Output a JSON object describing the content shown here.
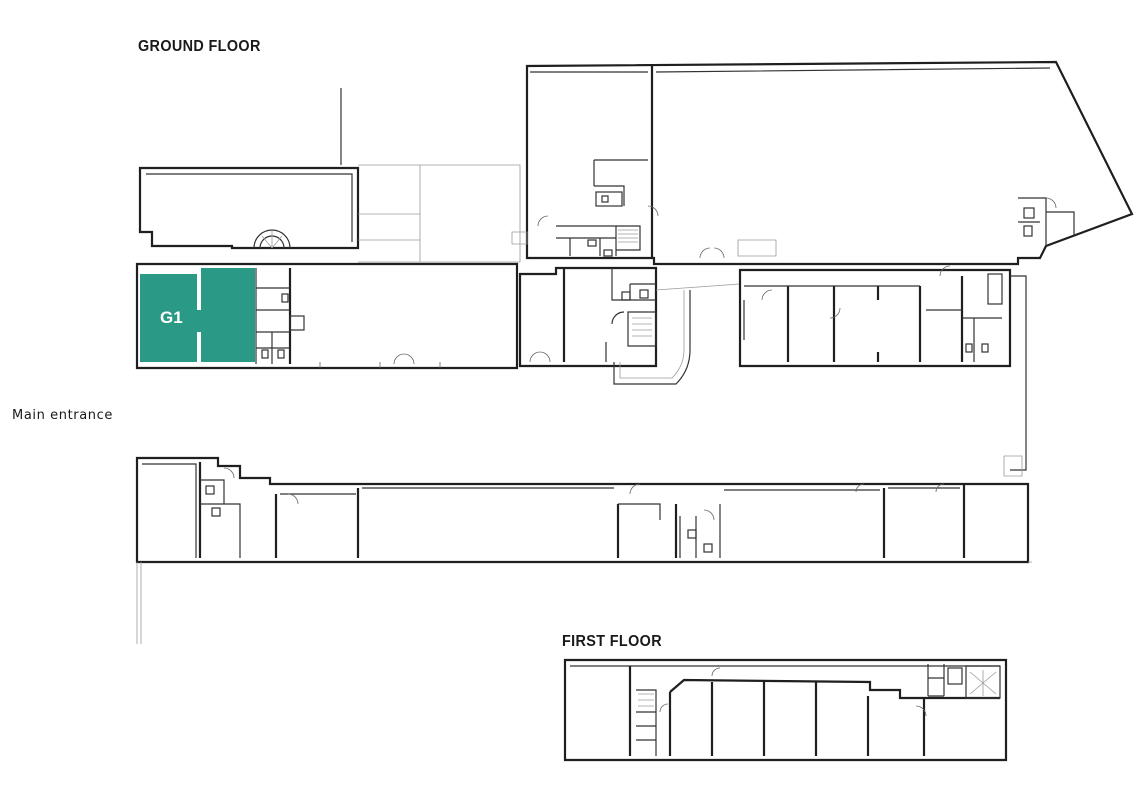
{
  "labels": {
    "ground_floor": "GROUND FLOOR",
    "first_floor": "FIRST FLOOR",
    "main_entrance": "Main entrance"
  },
  "units": [
    {
      "id": "G1",
      "highlighted": true
    }
  ],
  "colors": {
    "highlight": "#2a9a86",
    "walls": "#1f1f1f",
    "background": "#ffffff"
  }
}
